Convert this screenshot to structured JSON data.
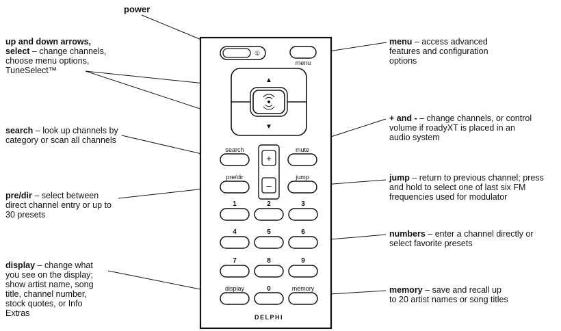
{
  "callouts": {
    "power": {
      "title": "power"
    },
    "arrows": {
      "title_1": "up and down arrows,",
      "title_2": "select",
      "desc_1": " – change channels,",
      "desc_rest": "choose menu options, TuneSelect™"
    },
    "search": {
      "title": "search",
      "desc_1": " – look up channels",
      "desc_rest": "by category or scan all channels"
    },
    "predir": {
      "title": "pre/dir",
      "desc_1": " – select between",
      "desc_rest": "direct channel entry or up to 30 presets"
    },
    "display": {
      "title": "display",
      "desc_1": " – change what",
      "desc_rest": "you see on the display; show artist name, song title, channel number, stock quotes, or Info Extras"
    },
    "menu": {
      "title": "menu",
      "desc_1": " – access advanced",
      "desc_rest": "features and configuration options"
    },
    "plusminus": {
      "title": "+ and -",
      "desc_1": " – change channels, or",
      "desc_rest": "control volume if roadyXT is placed in an audio system"
    },
    "jump": {
      "title": "jump",
      "desc_1": " – return to previous channel;",
      "desc_rest": "press and hold to select one of last six FM frequencies used for modulator"
    },
    "numbers": {
      "title": "numbers",
      "desc_1": " – enter a channel",
      "desc_rest": "directly or select favorite presets"
    },
    "memory": {
      "title": "memory",
      "desc_1": " – save and recall",
      "desc_rest": "up to 20 artist names or song titles"
    }
  },
  "remote": {
    "power_glyph": "①",
    "up_arrow": "▲",
    "down_arrow": "▼",
    "plus": "+",
    "minus": "–",
    "labels": {
      "menu": "menu",
      "search": "search",
      "mute": "mute",
      "predir": "pre/dir",
      "jump": "jump",
      "n1": "1",
      "n2": "2",
      "n3": "3",
      "n4": "4",
      "n5": "5",
      "n6": "6",
      "n7": "7",
      "n8": "8",
      "n9": "9",
      "display": "display",
      "n0": "0",
      "memory": "memory"
    },
    "brand": "DELPHI"
  }
}
